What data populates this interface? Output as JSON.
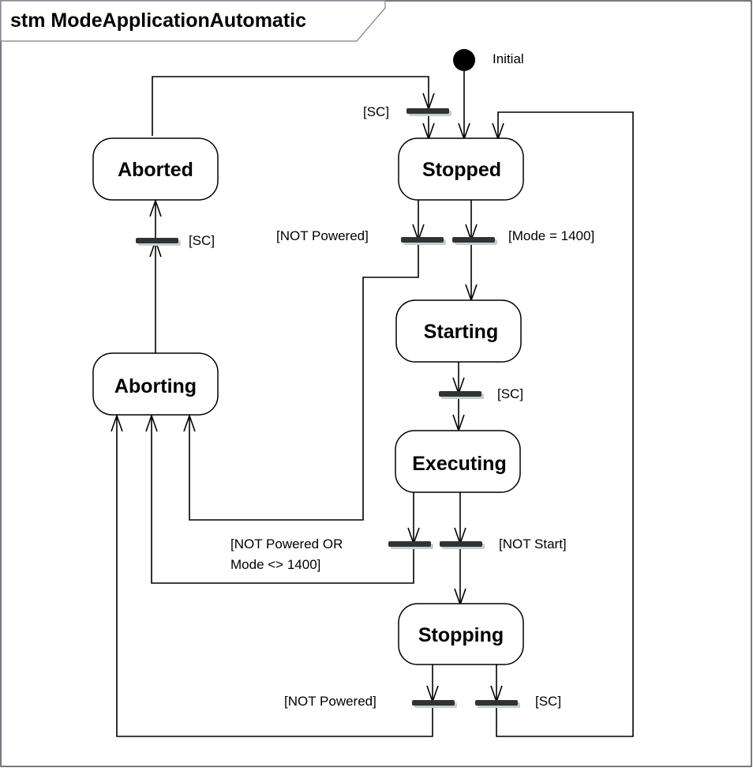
{
  "diagram": {
    "kind": "stm",
    "name": "ModeApplicationAutomatic",
    "title": "stm ModeApplicationAutomatic"
  },
  "initial": {
    "label": "Initial"
  },
  "states": [
    {
      "id": "aborted",
      "label": "Aborted"
    },
    {
      "id": "stopped",
      "label": "Stopped"
    },
    {
      "id": "starting",
      "label": "Starting"
    },
    {
      "id": "aborting",
      "label": "Aborting"
    },
    {
      "id": "executing",
      "label": "Executing"
    },
    {
      "id": "stopping",
      "label": "Stopping"
    }
  ],
  "transitions": [
    {
      "from": "initial",
      "to": "stopped",
      "guard": ""
    },
    {
      "from": "aborted",
      "to": "stopped",
      "guard": "[SC]"
    },
    {
      "from": "aborting",
      "to": "aborted",
      "guard": "[SC]"
    },
    {
      "from": "stopped",
      "to": "aborting",
      "guard": "[NOT Powered]"
    },
    {
      "from": "stopped",
      "to": "starting",
      "guard": "[Mode = 1400]"
    },
    {
      "from": "starting",
      "to": "executing",
      "guard": "[SC]"
    },
    {
      "from": "executing",
      "to": "aborting",
      "guard": "[NOT Powered  OR Mode <> 1400]",
      "guard_lines": [
        "[NOT Powered  OR",
        "Mode <> 1400]"
      ]
    },
    {
      "from": "executing",
      "to": "stopping",
      "guard": "[NOT Start]"
    },
    {
      "from": "stopping",
      "to": "aborting",
      "guard": "[NOT Powered]"
    },
    {
      "from": "stopping",
      "to": "stopped",
      "guard": "[SC]"
    }
  ],
  "colors": {
    "bar": "#2e3436",
    "bar_shadow": "#c6cfcc",
    "frame_border": "#4a4f57",
    "line": "#000000"
  }
}
